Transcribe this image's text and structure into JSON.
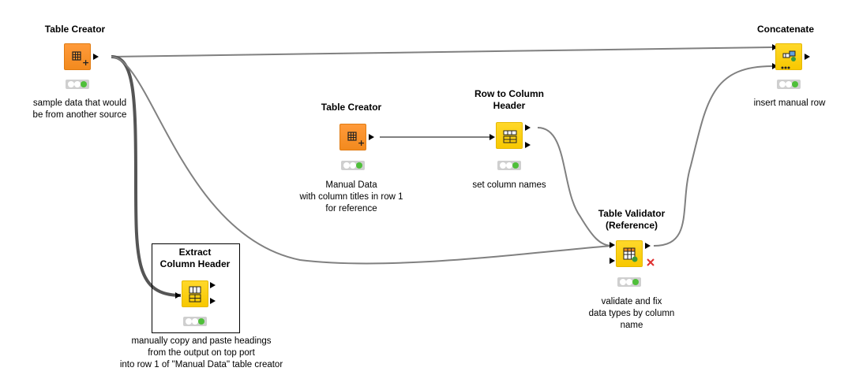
{
  "canvas": {
    "nodes": [
      {
        "id": "table-creator-1",
        "title": "Table Creator",
        "description": [
          "sample data that would",
          "be from another source"
        ],
        "kind": "source",
        "status": [
          "idle",
          "idle",
          "executed"
        ]
      },
      {
        "id": "extract-column-header",
        "title": [
          "Extract",
          "Column Header"
        ],
        "description": [
          "manually copy and paste headings",
          "from the output on top port",
          "into row 1 of \"Manual Data\" table creator"
        ],
        "kind": "manipulator",
        "status": [
          "idle",
          "idle",
          "executed"
        ]
      },
      {
        "id": "table-creator-2",
        "title": "Table Creator",
        "description": [
          "Manual Data",
          "with column titles in row 1",
          "for reference"
        ],
        "kind": "source",
        "status": [
          "idle",
          "idle",
          "executed"
        ]
      },
      {
        "id": "row-to-column-header",
        "title": [
          "Row to Column",
          "Header"
        ],
        "description": [
          "set column names"
        ],
        "kind": "manipulator",
        "status": [
          "idle",
          "idle",
          "executed"
        ]
      },
      {
        "id": "table-validator",
        "title": [
          "Table Validator",
          "(Reference)"
        ],
        "description": [
          "validate and fix",
          "data types by column",
          "name"
        ],
        "kind": "manipulator",
        "status": [
          "idle",
          "idle",
          "executed"
        ]
      },
      {
        "id": "concatenate",
        "title": "Concatenate",
        "description": [
          "insert manual row"
        ],
        "kind": "manipulator",
        "status": [
          "idle",
          "idle",
          "executed"
        ]
      }
    ],
    "colors": {
      "source": "#f28a1e",
      "manipulator": "#f7c800",
      "connection": "#808080",
      "status_ok": "#4fbf3a",
      "error_x": "#e03030"
    }
  }
}
